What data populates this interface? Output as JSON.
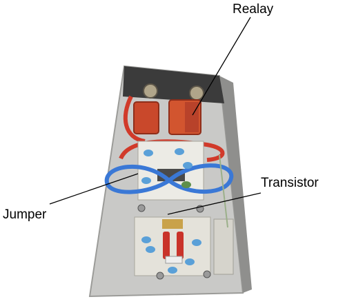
{
  "labels": {
    "relay": "Realay",
    "transistor": "Transistor",
    "jumper": "Jumper"
  },
  "colors": {
    "background": "#ffffff",
    "board": "#c9c9c7",
    "relay": "#c9482b",
    "red_wire": "#d13a2a",
    "blue_wire": "#3a78d6",
    "capacitor": "#5aa0d8",
    "leader_line": "#000000"
  }
}
